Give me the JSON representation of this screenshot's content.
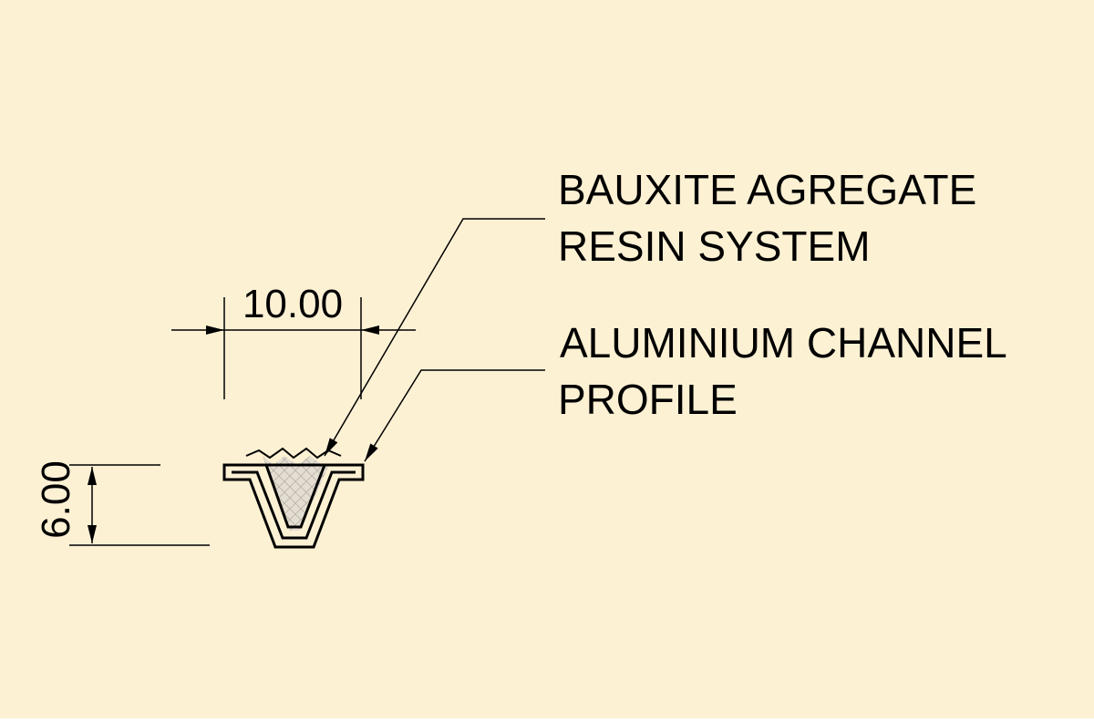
{
  "colors": {
    "background": "#fdf1d4",
    "line": "#000000",
    "fill_hatch": "#dcd6cc",
    "hatch_stroke": "#b9b2a6"
  },
  "dimensions": {
    "width": "10.00",
    "height": "6.00"
  },
  "callouts": {
    "resin": [
      "BAUXITE AGREGATE",
      "RESIN SYSTEM"
    ],
    "channel": [
      "ALUMINIUM CHANNEL",
      "PROFILE"
    ]
  }
}
